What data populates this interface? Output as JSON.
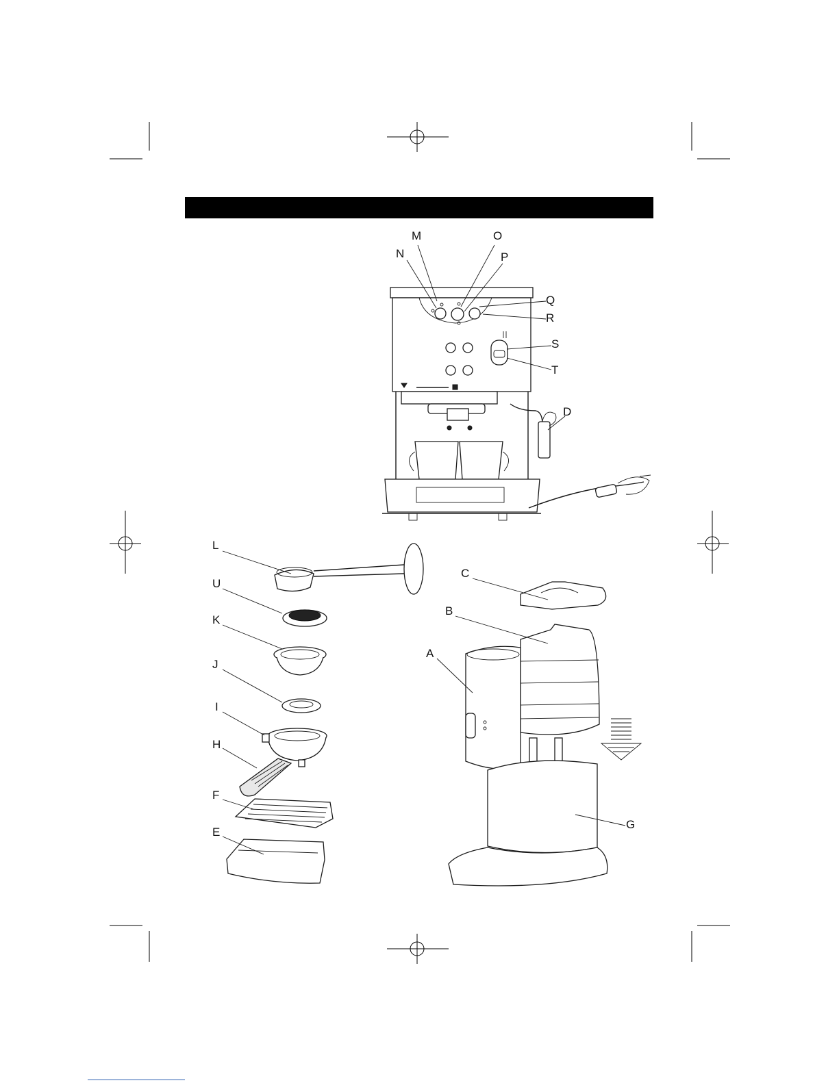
{
  "diagram": {
    "callouts": {
      "a": "A",
      "b": "B",
      "c": "C",
      "d": "D",
      "e": "E",
      "f": "F",
      "g": "G",
      "h": "H",
      "i": "I",
      "j": "J",
      "k": "K",
      "l": "L",
      "m": "M",
      "n": "N",
      "o": "O",
      "p": "P",
      "q": "Q",
      "r": "R",
      "s": "S",
      "t": "T",
      "u": "U"
    }
  },
  "colors": {
    "header_bar": "#000000",
    "line_art": "#1a1a1a",
    "footer_link_rule": "#2a5db0"
  }
}
